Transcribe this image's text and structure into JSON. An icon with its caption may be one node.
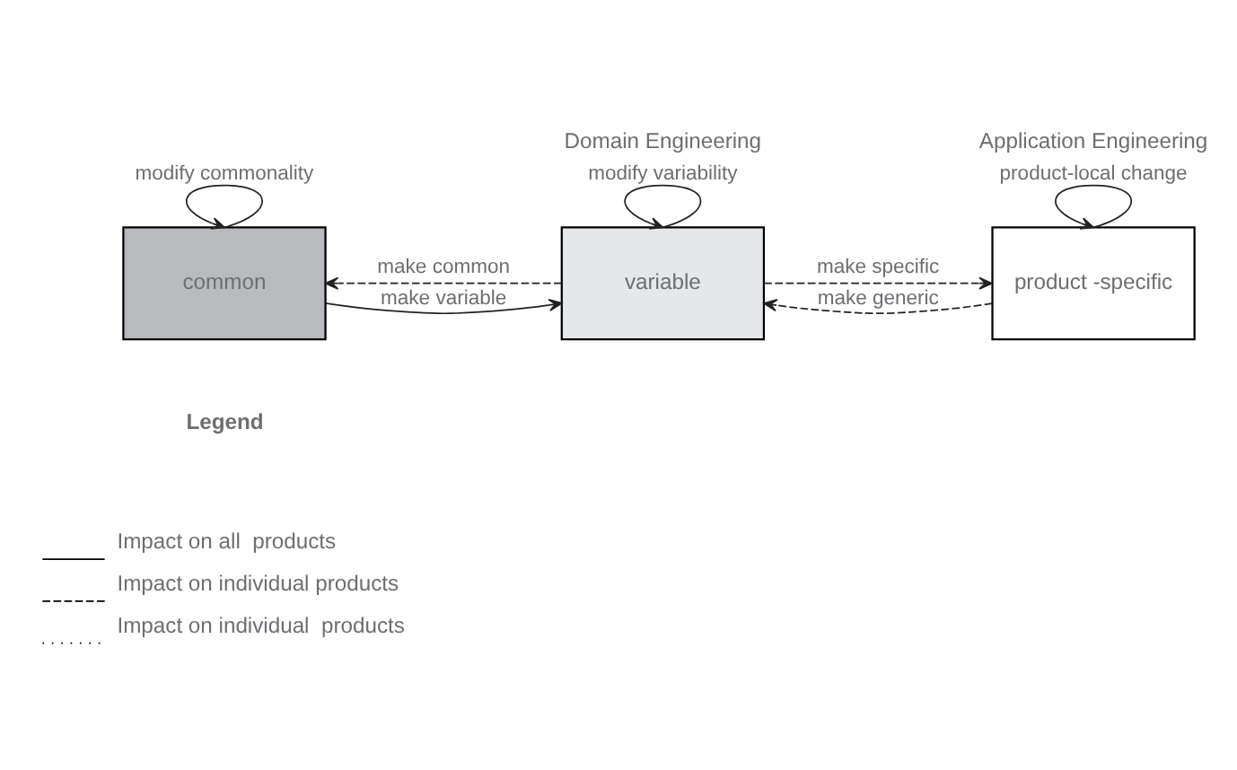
{
  "diagram": {
    "nodes": [
      {
        "text": [
          "common"
        ]
      },
      {
        "text": [
          "variable"
        ]
      },
      {
        "text": [
          "product -specific"
        ]
      }
    ],
    "edges": [
      {
        "from": 0,
        "to": 0,
        "arrow": "to",
        "label": "modify commonality"
      },
      {
        "from": 1,
        "to": 1,
        "arrow": "to",
        "label": "modify variability"
      },
      {
        "from": 2,
        "to": 2,
        "arrow": "to",
        "label": "product-local change"
      },
      {
        "from": 0,
        "to": 1,
        "arrow": "to",
        "label": "make variable"
      },
      {
        "from": 1,
        "to": 0,
        "arrow": "to",
        "label": "make common",
        "style": "dashed"
      },
      {
        "from": 1,
        "to": 2,
        "arrow": "to",
        "label": "make specific",
        "style": "dashed"
      },
      {
        "from": 2,
        "to": 1,
        "arrow": "to",
        "label": "make generic",
        "style": "dashed"
      }
    ],
    "labels": [
      "Domain Engineering",
      "Application Engineering",
      "Legend"
    ],
    "legend": [
      {
        "text": "Impact on all  products"
      },
      {
        "text": "Impact on individual products"
      },
      {
        "text": "Impact on individual  products"
      }
    ]
  }
}
